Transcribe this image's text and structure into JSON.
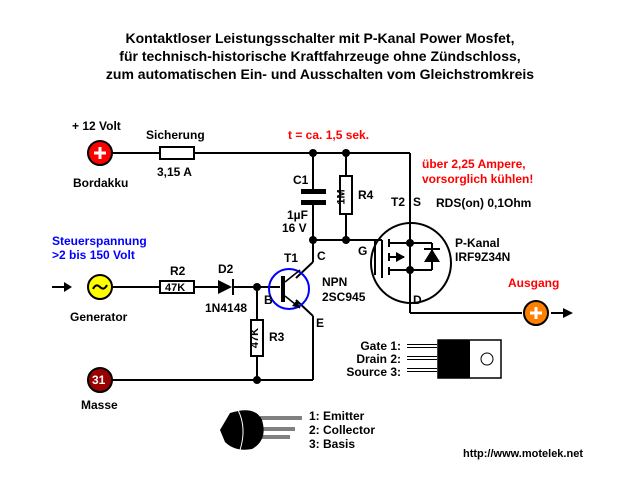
{
  "title": {
    "line1": "Kontaktloser Leistungsschalter mit P-Kanal Power Mosfet,",
    "line2": "für technisch-historische Kraftfahrzeuge ohne Zündschloss,",
    "line3": "zum automatischen Ein- und Ausschalten vom Gleichstromkreis"
  },
  "battery": {
    "voltage": "+ 12 Volt",
    "name": "Bordakku",
    "symbol": "+"
  },
  "fuse": {
    "name": "Sicherung",
    "rating": "3,15 A"
  },
  "timing": {
    "label": "t = ca. 1,5 sek."
  },
  "c1": {
    "name": "C1",
    "value": "1µF",
    "voltage": "16 V"
  },
  "r4": {
    "name": "R4",
    "value": "1M"
  },
  "t2": {
    "name": "T2",
    "source": "S",
    "gate": "G",
    "drain": "D",
    "rds": "RDS(on) 0,1Ohm",
    "type": "P-Kanal",
    "part": "IRF9Z34N",
    "warning_line1": "über 2,25 Ampere,",
    "warning_line2": "vorsorglich kühlen!"
  },
  "control": {
    "line1": "Steuerspannung",
    "line2": ">2 bis 150 Volt",
    "generator": "Generator",
    "symbol": "~"
  },
  "r2": {
    "name": "R2",
    "value": "47K"
  },
  "d2": {
    "name": "D2",
    "part": "1N4148"
  },
  "t1": {
    "name": "T1",
    "collector": "C",
    "base": "B",
    "emitter": "E",
    "type": "NPN",
    "part": "2SC945"
  },
  "r3": {
    "name": "R3",
    "value": "47K"
  },
  "output": {
    "label": "Ausgang",
    "symbol": "+"
  },
  "ground": {
    "symbol": "31",
    "name": "Masse"
  },
  "to220_pins": {
    "gate": "Gate 1:",
    "drain": "Drain 2:",
    "source": "Source 3:"
  },
  "to92_pins": {
    "emitter": "1: Emitter",
    "collector": "2: Collector",
    "basis": "3: Basis"
  },
  "footer": {
    "url": "http://www.motelek.net"
  },
  "colors": {
    "red": "#ff0000",
    "blue": "#0000ff",
    "battery": "#ff0000",
    "generator": "#ffff00",
    "ground": "#990000",
    "output": "#ff8000"
  }
}
